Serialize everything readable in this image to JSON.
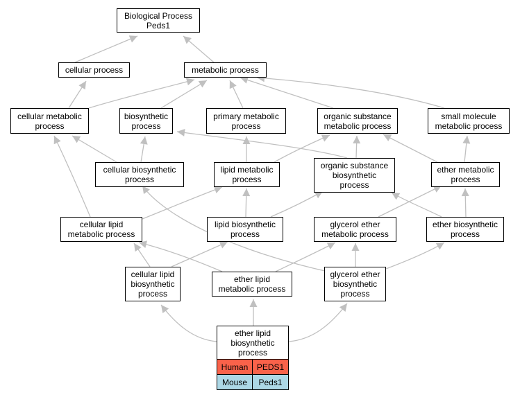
{
  "nodes": {
    "bp": "Biological Process\nPeds1",
    "cp": "cellular process",
    "mp": "metabolic process",
    "cmp": "cellular metabolic\nprocess",
    "bio": "biosynthetic\nprocess",
    "pmp": "primary metabolic\nprocess",
    "osmp": "organic substance\nmetabolic process",
    "smmp": "small molecule\nmetabolic process",
    "cbp": "cellular biosynthetic\nprocess",
    "lmp": "lipid metabolic\nprocess",
    "osbp": "organic substance\nbiosynthetic\nprocess",
    "emp": "ether metabolic\nprocess",
    "clmp": "cellular lipid\nmetabolic process",
    "lbp": "lipid biosynthetic\nprocess",
    "gemp": "glycerol ether\nmetabolic process",
    "ebp": "ether biosynthetic\nprocess",
    "clbp": "cellular lipid\nbiosynthetic\nprocess",
    "elmp": "ether lipid\nmetabolic process",
    "gebp": "glycerol ether\nbiosynthetic\nprocess",
    "elbp": "ether lipid\nbiosynthetic\nprocess"
  },
  "orthologs": [
    {
      "species": "Human",
      "gene": "PEDS1",
      "color": "#f9624a"
    },
    {
      "species": "Mouse",
      "gene": "Peds1",
      "color": "#add8e6"
    }
  ],
  "edge_color": "#c0c0c0"
}
